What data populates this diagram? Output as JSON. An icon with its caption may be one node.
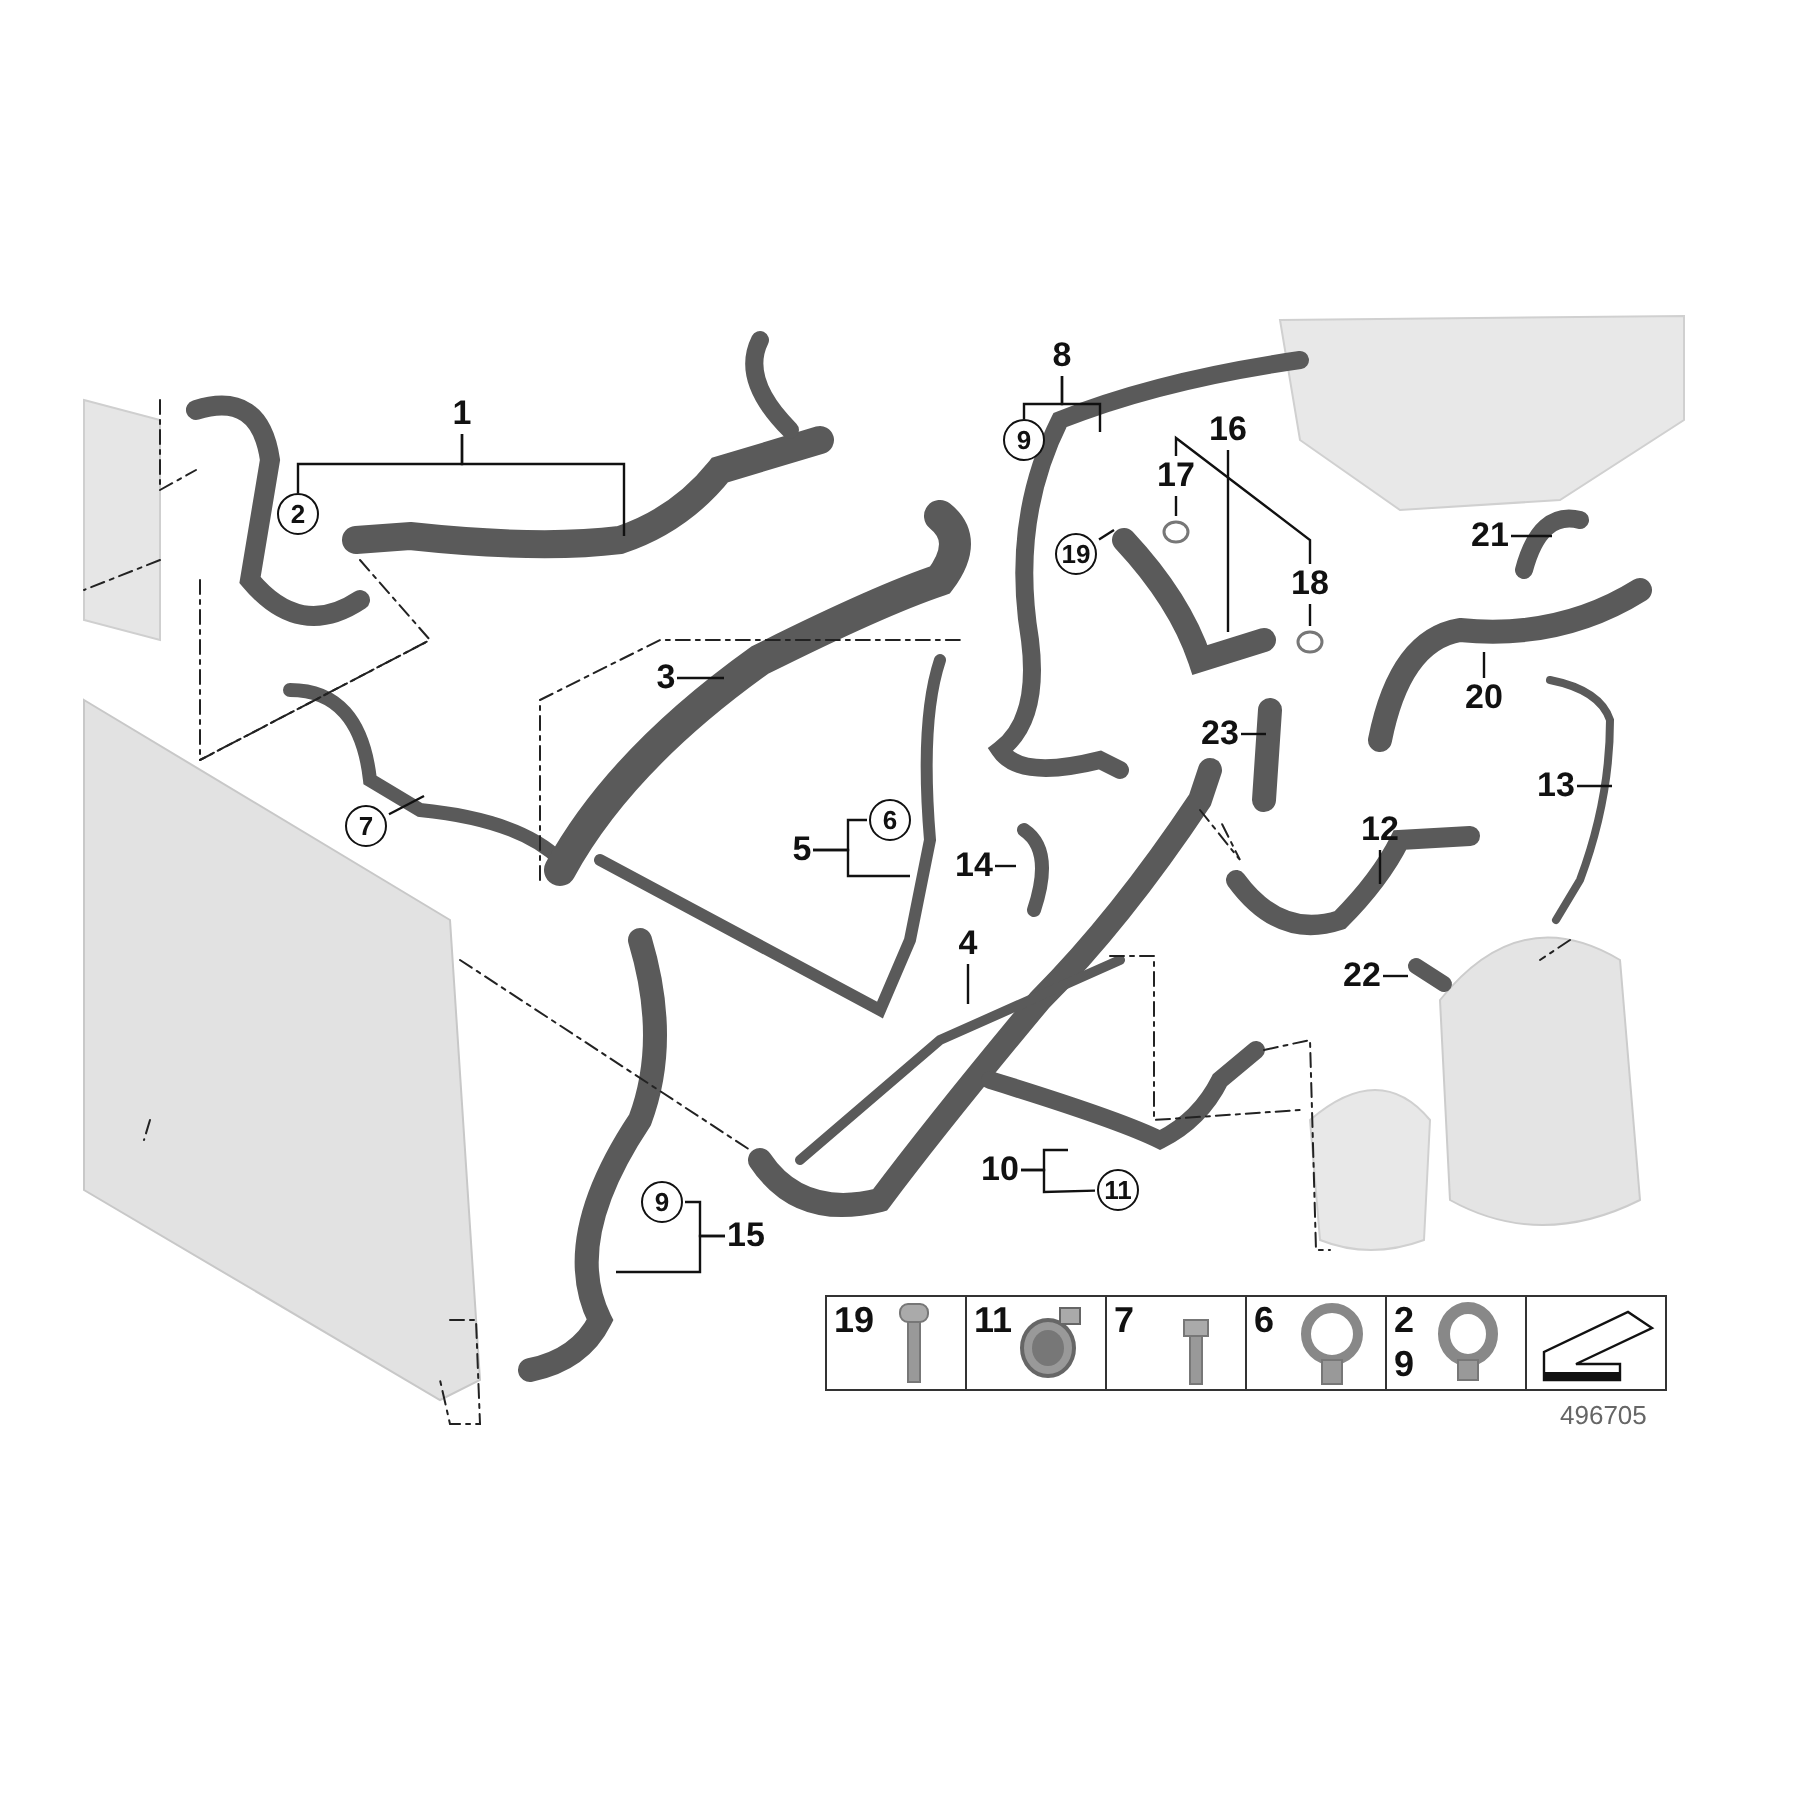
{
  "diagram": {
    "nodes": [
      {
        "text": [
          "1"
        ]
      },
      {
        "text": [
          "2"
        ]
      },
      {
        "text": [
          "3"
        ]
      },
      {
        "text": [
          "4"
        ]
      },
      {
        "text": [
          "5"
        ]
      },
      {
        "text": [
          "6"
        ]
      },
      {
        "text": [
          "7"
        ]
      },
      {
        "text": [
          "8"
        ]
      },
      {
        "text": [
          "9"
        ]
      },
      {
        "text": [
          "16"
        ]
      },
      {
        "text": [
          "17"
        ]
      },
      {
        "text": [
          "18"
        ]
      },
      {
        "text": [
          "19"
        ]
      },
      {
        "text": [
          "20"
        ]
      },
      {
        "text": [
          "21"
        ]
      },
      {
        "text": [
          "23"
        ]
      },
      {
        "text": [
          "12"
        ]
      },
      {
        "text": [
          "13"
        ]
      },
      {
        "text": [
          "14"
        ]
      },
      {
        "text": [
          "22"
        ]
      },
      {
        "text": [
          "10"
        ]
      },
      {
        "text": [
          "11"
        ]
      },
      {
        "text": [
          "9"
        ]
      },
      {
        "text": [
          "15"
        ]
      }
    ],
    "edges": [
      {
        "from": 0,
        "to": 1,
        "arrow": "none"
      },
      {
        "from": 0,
        "to": null,
        "arrow": "none"
      },
      {
        "from": 2,
        "to": null,
        "arrow": "none"
      },
      {
        "from": 3,
        "to": null,
        "arrow": "none"
      },
      {
        "from": 4,
        "to": 5,
        "arrow": "none"
      },
      {
        "from": 4,
        "to": null,
        "arrow": "none"
      },
      {
        "from": 6,
        "to": null,
        "arrow": "none"
      },
      {
        "from": 7,
        "to": 8,
        "arrow": "none"
      },
      {
        "from": 7,
        "to": null,
        "arrow": "none"
      },
      {
        "from": 9,
        "to": null,
        "arrow": "none"
      },
      {
        "from": 10,
        "to": null,
        "arrow": "none"
      },
      {
        "from": 10,
        "to": 11,
        "arrow": "none"
      },
      {
        "from": 11,
        "to": null,
        "arrow": "none"
      },
      {
        "from": 12,
        "to": null,
        "arrow": "none"
      },
      {
        "from": 13,
        "to": null,
        "arrow": "none"
      },
      {
        "from": 14,
        "to": null,
        "arrow": "none"
      },
      {
        "from": 15,
        "to": null,
        "arrow": "none"
      },
      {
        "from": 16,
        "to": null,
        "arrow": "none"
      },
      {
        "from": 17,
        "to": null,
        "arrow": "none"
      },
      {
        "from": 18,
        "to": null,
        "arrow": "none"
      },
      {
        "from": 19,
        "to": null,
        "arrow": "none"
      },
      {
        "from": 20,
        "to": 21,
        "arrow": "none"
      },
      {
        "from": 20,
        "to": null,
        "arrow": "none"
      },
      {
        "from": 23,
        "to": 22,
        "arrow": "none"
      },
      {
        "from": 23,
        "to": null,
        "arrow": "none"
      }
    ],
    "labels": [
      "19",
      "11",
      "7",
      "6",
      "2",
      "9",
      "496705"
    ]
  }
}
